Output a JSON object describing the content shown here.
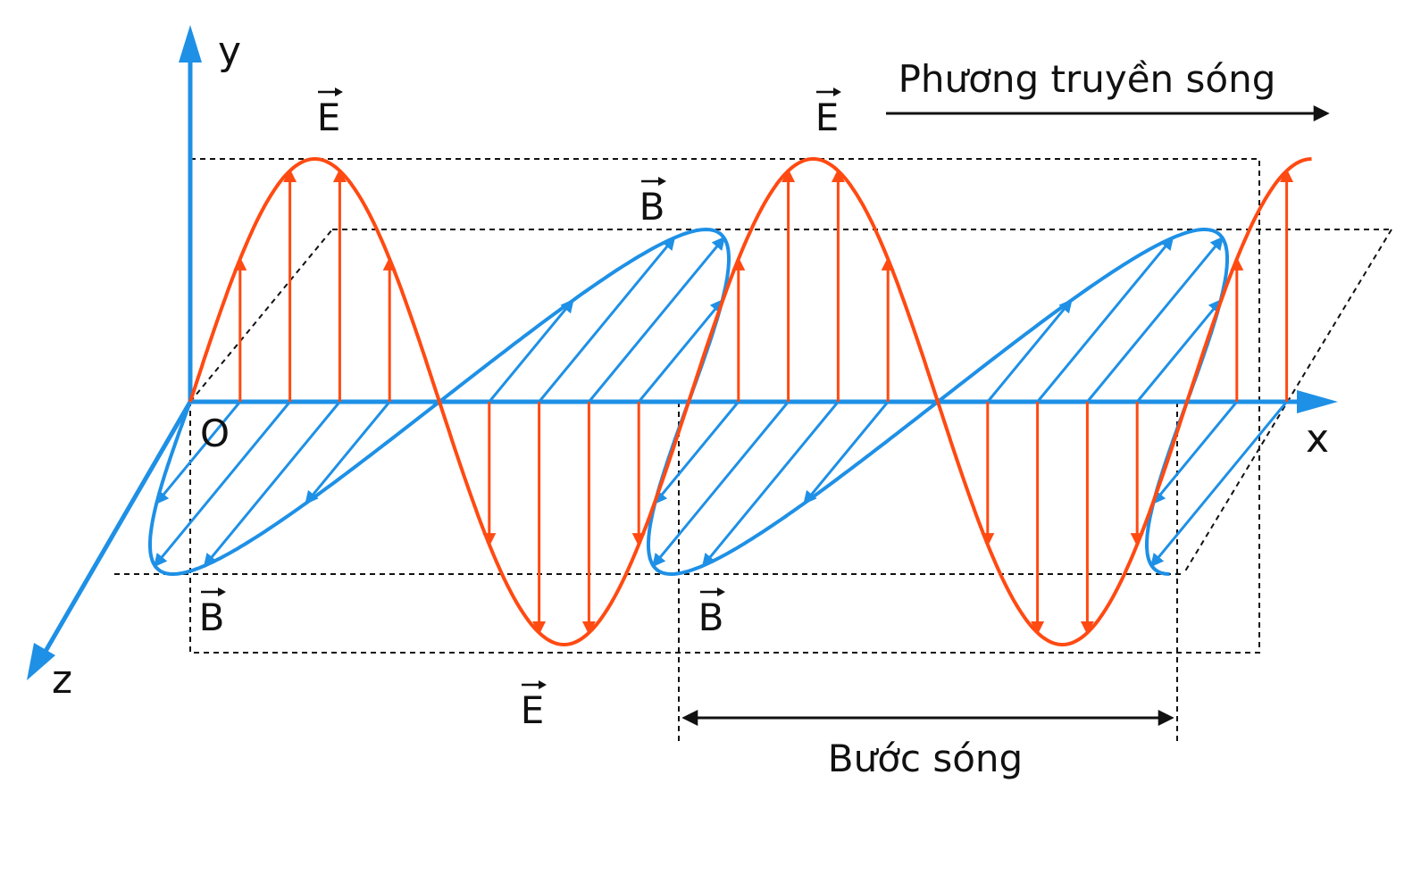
{
  "labels": {
    "y_axis": "y",
    "x_axis": "x",
    "z_axis": "z",
    "origin": "O",
    "e_field": "E",
    "b_field": "B",
    "propagation": "Phương truyền sóng",
    "wavelength": "Bước sóng"
  },
  "colors": {
    "e_field": "#ff4a12",
    "b_field": "#1e90e6",
    "axis": "#1e90e6",
    "guide": "#111111"
  },
  "wave": {
    "cycles_shown": 2.25
  }
}
